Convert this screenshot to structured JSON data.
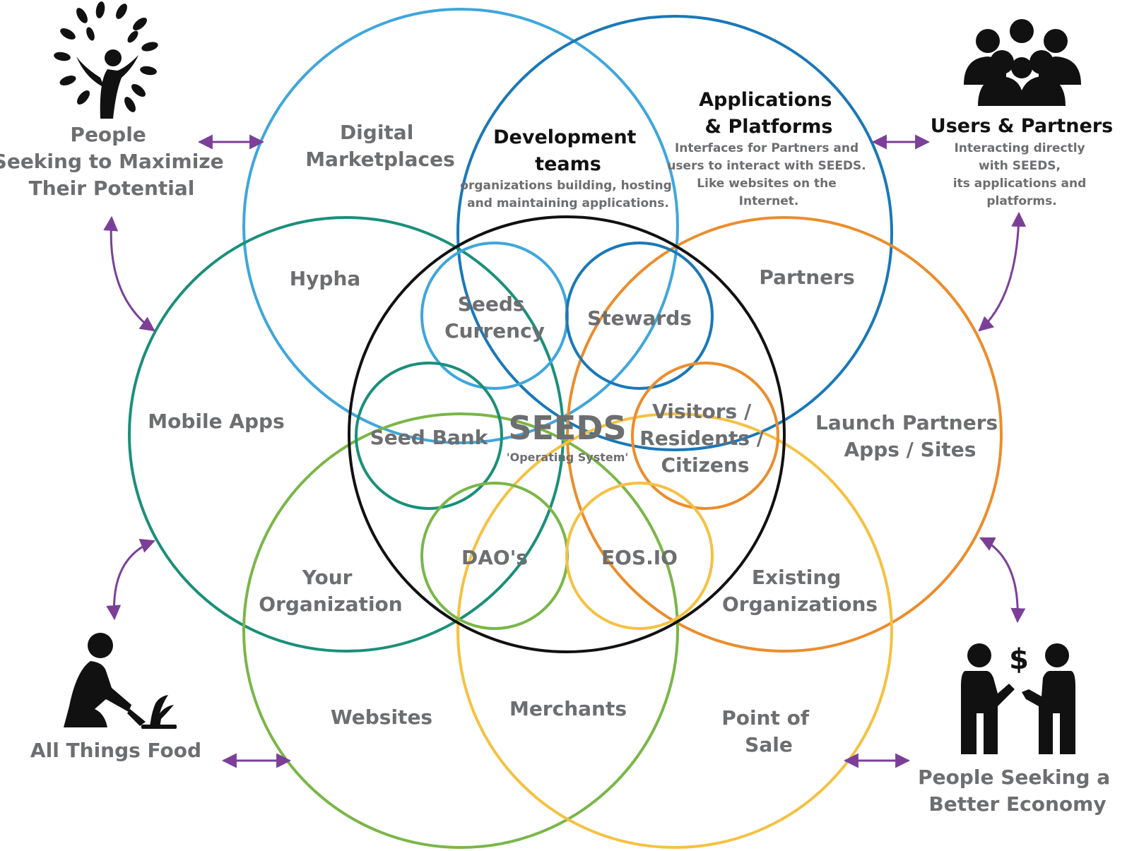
{
  "colors": {
    "light_blue": "#3fa6dc",
    "dark_blue": "#1a78b8",
    "teal": "#1a8f7a",
    "green": "#7ab648",
    "yellow": "#f5c142",
    "orange": "#eb8d2c",
    "black": "#111111",
    "arrow": "#7b3f98",
    "label_gray": "#6d6e70"
  },
  "center": {
    "title": "SEEDS",
    "subtitle": "'Operating System'"
  },
  "inner_circles": {
    "seeds_currency": [
      "Seeds",
      "Currency"
    ],
    "stewards": [
      "Stewards"
    ],
    "seed_bank": [
      "Seed Bank"
    ],
    "visitors": [
      "Visitors /",
      "Residents /",
      "Citizens"
    ],
    "daos": [
      "DAO's"
    ],
    "eosio": [
      "EOS.IO"
    ]
  },
  "outer_labels": {
    "digital_marketplaces": [
      "Digital",
      "Marketplaces"
    ],
    "development_teams": {
      "title": [
        "Development",
        "teams"
      ],
      "desc": [
        "organizations building, hosting",
        "and maintaining applications."
      ]
    },
    "applications_platforms": {
      "title": [
        "Applications",
        "& Platforms"
      ],
      "desc": [
        "Interfaces for Partners and",
        "users to interact with SEEDS.",
        "Like websites on the",
        "Internet."
      ]
    },
    "hypha": [
      "Hypha"
    ],
    "partners": [
      "Partners"
    ],
    "mobile_apps": [
      "Mobile Apps"
    ],
    "launch_partners": [
      "Launch Partners",
      "Apps / Sites"
    ],
    "your_organization": [
      "Your",
      "Organization"
    ],
    "existing_organizations": [
      "Existing",
      "Organizations"
    ],
    "websites": [
      "Websites"
    ],
    "merchants": [
      "Merchants"
    ],
    "point_of_sale": [
      "Point of",
      "Sale"
    ]
  },
  "corners": {
    "top_left": {
      "icon": "tree-person-icon",
      "label": [
        "People",
        "Seeking  to Maximize",
        "Their Potential"
      ]
    },
    "top_right": {
      "icon": "group-icon",
      "title": "Users & Partners",
      "desc": [
        "Interacting directly",
        "with SEEDS,",
        "its applications and",
        "platforms."
      ]
    },
    "bottom_left": {
      "icon": "gardener-icon",
      "label": [
        "All Things Food"
      ]
    },
    "bottom_right": {
      "icon": "exchange-money-icon",
      "label": [
        "People Seeking a",
        "Better Economy"
      ]
    }
  }
}
